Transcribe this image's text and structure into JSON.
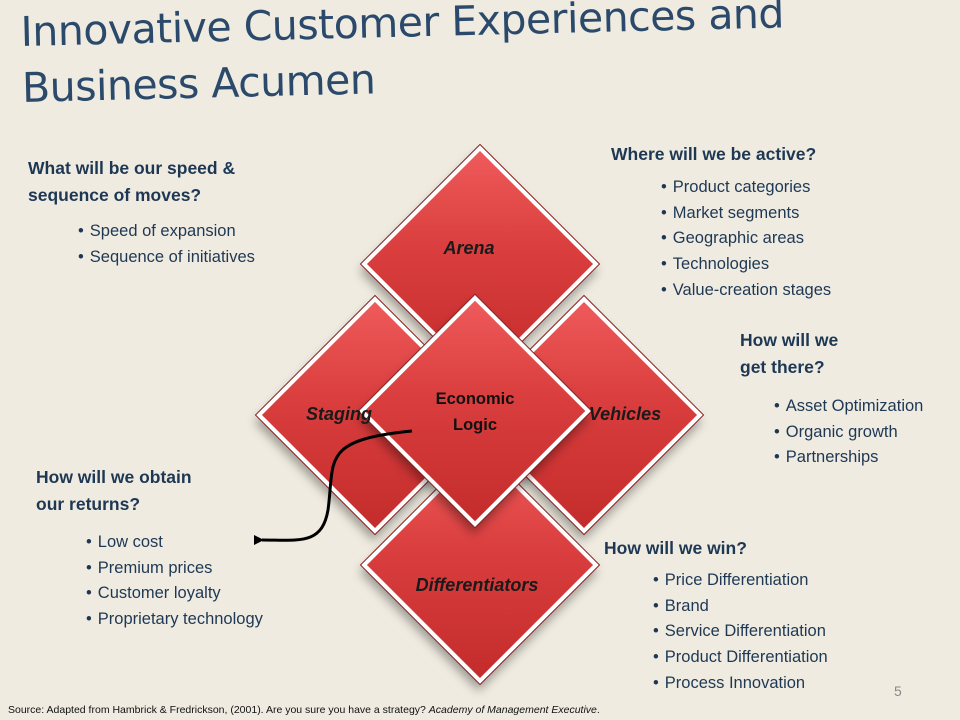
{
  "title": "Innovative Customer Experiences and Business Acumen",
  "speed": {
    "heading_line1": "What will be our speed &",
    "heading_line2": "sequence of moves?",
    "items": [
      "Speed of expansion",
      "Sequence of initiatives"
    ]
  },
  "arena": {
    "heading": "Where will we be active?",
    "items": [
      "Product categories",
      "Market segments",
      "Geographic areas",
      "Technologies",
      "Value-creation stages"
    ]
  },
  "vehicles": {
    "heading_line1": "How will we",
    "heading_line2": "get there?",
    "items": [
      "Asset Optimization",
      "Organic growth",
      "Partnerships"
    ]
  },
  "returns": {
    "heading_line1": "How will we obtain",
    "heading_line2": "our returns?",
    "items": [
      "Low cost",
      "Premium prices",
      "Customer loyalty",
      "Proprietary  technology"
    ]
  },
  "win": {
    "heading": "How will we win?",
    "items": [
      "Price Differentiation",
      "Brand",
      "Service Differentiation",
      "Product Differentiation",
      "Process Innovation"
    ]
  },
  "diagram": {
    "arena": "Arena",
    "staging": "Staging",
    "vehicles": "Vehicles",
    "differentiators": "Differentiators",
    "center_line1": "Economic",
    "center_line2": "Logic"
  },
  "source": {
    "prefix": "Source: Adapted from Hambrick & Fredrickson, (2001). Are you sure you have a strategy? ",
    "journal": "Academy of Management Executive",
    "suffix": "."
  },
  "page_number": "5",
  "colors": {
    "diamond": "#d93d3d",
    "text": "#1e3854",
    "background": "#efebe1"
  }
}
